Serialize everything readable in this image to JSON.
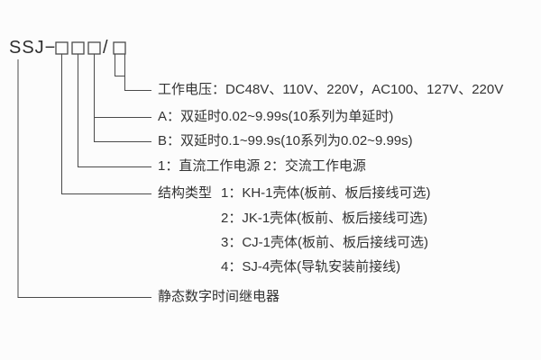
{
  "colors": {
    "background": "#fcfcfc",
    "text": "#333333",
    "line": "#4a4a4a"
  },
  "model_code": {
    "prefix": "SSJ−",
    "slash": "/",
    "box_count_before_slash": 3,
    "box_count_after_slash": 1
  },
  "legend": {
    "voltage_label": "工作电压：DC48V、110V、220V，AC100、127V、220V",
    "delay_a_label": "A：双延时0.02~9.99s(10系列为单延时)",
    "delay_b_label": "B：双延时0.1~99.9s(10系列为0.02~9.99s)",
    "power_label": "1：直流工作电源 2：交流工作电源",
    "structure_label": "结构类型",
    "structure_options": [
      "1：KH-1壳体(板前、板后接线可选)",
      "2：JK-1壳体(板前、板后接线可选)",
      "3：CJ-1壳体(板前、板后接线可选)",
      "4：SJ-4壳体(导轨安装前接线)"
    ],
    "product_name_label": "静态数字时间继电器"
  }
}
